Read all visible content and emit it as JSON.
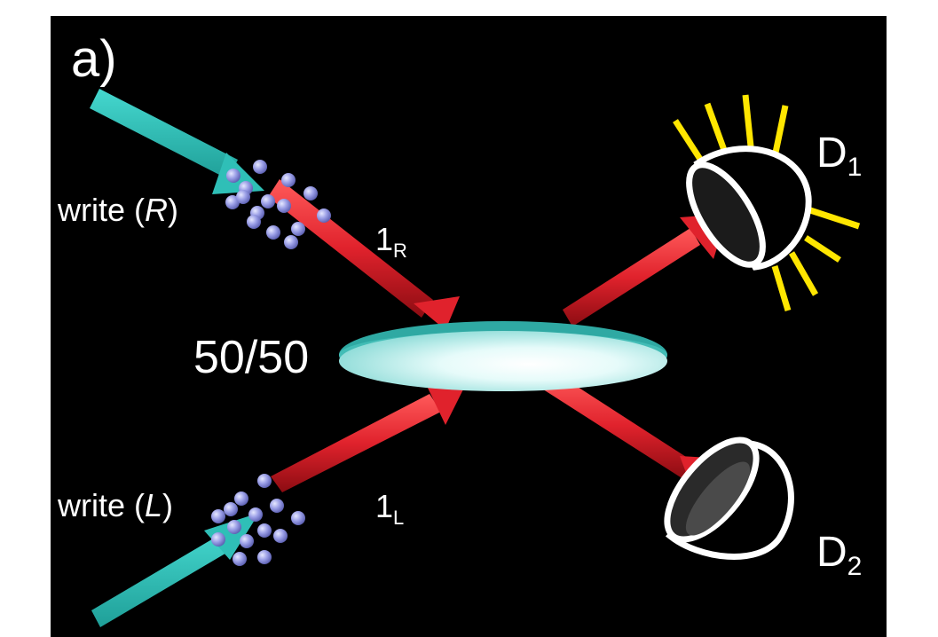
{
  "panel_label": "a)",
  "write_right": {
    "prefix": "write (",
    "var": "R",
    "suffix": ")"
  },
  "write_left": {
    "prefix": "write (",
    "var": "L",
    "suffix": ")"
  },
  "mode_right": {
    "base": "1",
    "sub": "R"
  },
  "mode_left": {
    "base": "1",
    "sub": "L"
  },
  "splitter_label": "50/50",
  "detector_1": {
    "base": "D",
    "sub": "1",
    "state": "clicked"
  },
  "detector_2": {
    "base": "D",
    "sub": "2",
    "state": "idle"
  },
  "colors": {
    "background": "#000000",
    "write_beam": "#2fbfb7",
    "photon_beam": "#e0222c",
    "atom": "#9a9ee6",
    "splitter": "#bff0ef",
    "flash": "#ffe600",
    "detector_outline": "#ffffff"
  }
}
